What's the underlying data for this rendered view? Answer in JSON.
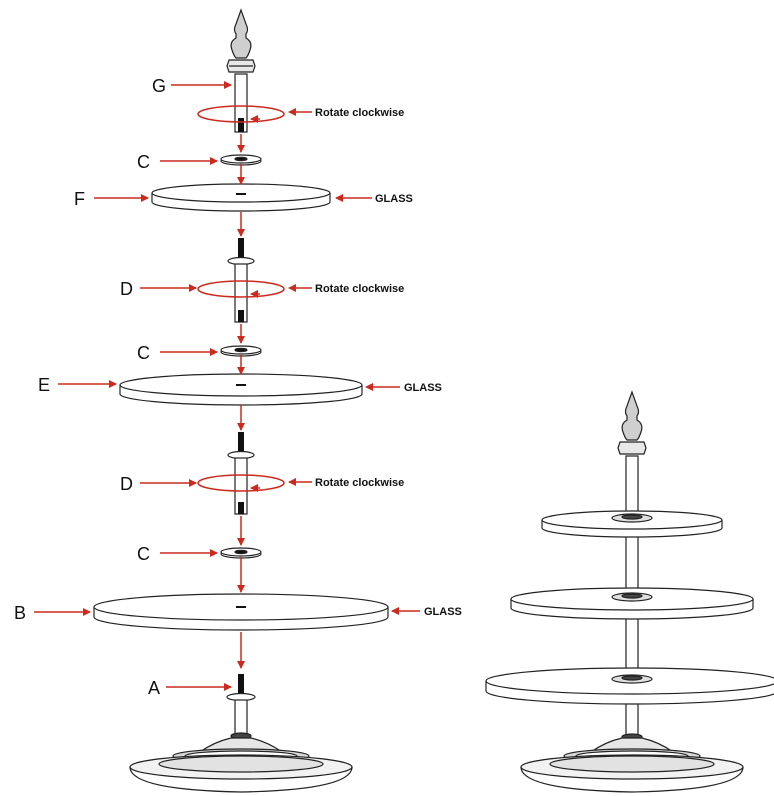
{
  "colors": {
    "arrow": "#cc2a1e",
    "outline": "#222222",
    "fill": "#ffffff",
    "shade": "#d8d8d8"
  },
  "parts": {
    "a": "A",
    "b": "B",
    "c": "C",
    "d": "D",
    "e": "E",
    "f": "F",
    "g": "G"
  },
  "notes": {
    "rotate": "Rotate clockwise",
    "glass": "GLASS"
  }
}
